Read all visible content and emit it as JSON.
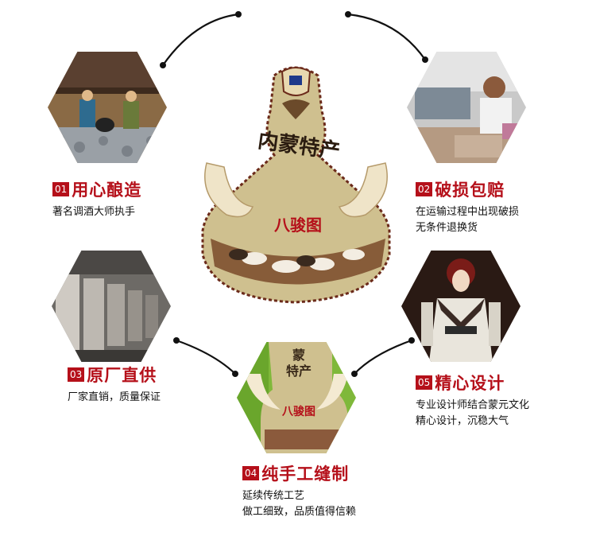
{
  "features": [
    {
      "num": "01",
      "title": "用心酿造",
      "lines": [
        "著名调酒大师执手"
      ]
    },
    {
      "num": "02",
      "title": "破损包赔",
      "lines": [
        "在运输过程中出现破损",
        "无条件退换货"
      ]
    },
    {
      "num": "03",
      "title": "原厂直供",
      "lines": [
        "厂家直销，质量保证"
      ]
    },
    {
      "num": "04",
      "title": "纯手工缝制",
      "lines": [
        "延续传统工艺",
        "做工细致，品质值得信赖"
      ]
    },
    {
      "num": "05",
      "title": "精心设计",
      "lines": [
        "专业设计师结合蒙元文化",
        "精心设计，沉稳大气"
      ]
    }
  ],
  "bottle": {
    "label_top": "内蒙特产",
    "label_name": "八骏图"
  },
  "colors": {
    "accent": "#b5101a",
    "leather": "#cfc08f",
    "stitch": "#6b2a1a"
  }
}
